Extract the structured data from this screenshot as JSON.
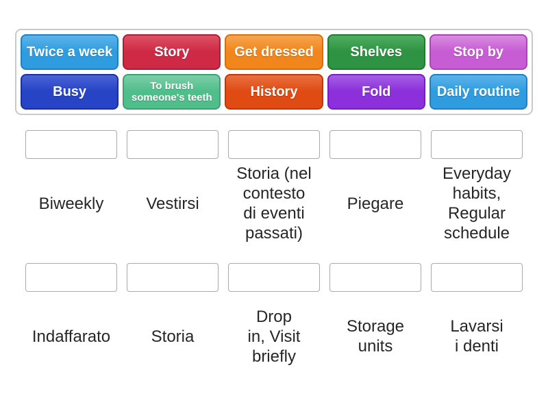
{
  "tiles": [
    {
      "label": "Twice a week",
      "main": "#2f9cdf",
      "light": "#5cb4ea",
      "dark": "#1c81c4"
    },
    {
      "label": "Story",
      "main": "#cf2a45",
      "light": "#dd5266",
      "dark": "#b01c34"
    },
    {
      "label": "Get dressed",
      "main": "#f1861c",
      "light": "#f6a550",
      "dark": "#dc6d05"
    },
    {
      "label": "Shelves",
      "main": "#2e9342",
      "light": "#50ad62",
      "dark": "#1e7c31"
    },
    {
      "label": "Stop by",
      "main": "#c75cd4",
      "light": "#da8be2",
      "dark": "#ab43ba"
    },
    {
      "label": "Busy",
      "main": "#2744c6",
      "light": "#4a63d6",
      "dark": "#1b2f9e"
    },
    {
      "label": "To brush\nsomeone's teeth",
      "main": "#50be8b",
      "light": "#7bcfa8",
      "dark": "#3ba276"
    },
    {
      "label": "History",
      "main": "#df4b13",
      "light": "#ea7040",
      "dark": "#c13806"
    },
    {
      "label": "Fold",
      "main": "#8c30db",
      "light": "#a55fe5",
      "dark": "#7420bc"
    },
    {
      "label": "Daily routine",
      "main": "#2f9cdf",
      "light": "#5cb4ea",
      "dark": "#1c81c4"
    }
  ],
  "slots": [
    {
      "label": "Biweekly"
    },
    {
      "label": "Vestirsi"
    },
    {
      "label": "Storia (nel\ncontesto\ndi eventi\npassati)"
    },
    {
      "label": "Piegare"
    },
    {
      "label": "Everyday\nhabits,\nRegular\nschedule"
    },
    {
      "label": "Indaffarato"
    },
    {
      "label": "Storia"
    },
    {
      "label": "Drop\nin, Visit\nbriefly"
    },
    {
      "label": "Storage\nunits"
    },
    {
      "label": "Lavarsi\ni denti"
    }
  ]
}
